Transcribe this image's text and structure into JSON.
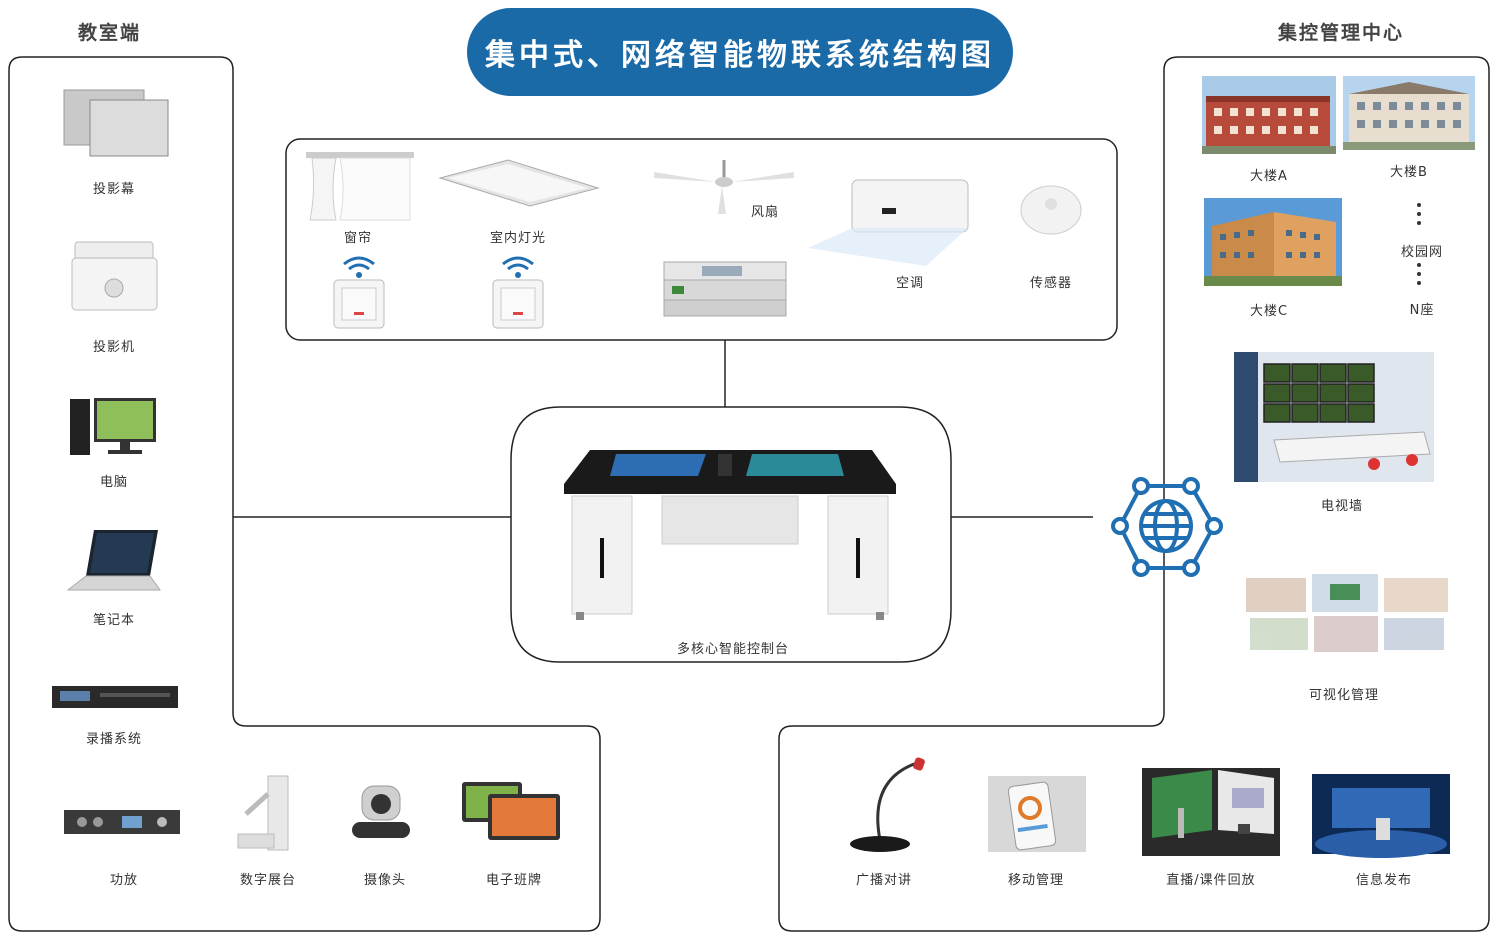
{
  "title": "集中式、网络智能物联系统结构图",
  "headers": {
    "classroom": "教室端",
    "center": "集控管理中心"
  },
  "colors": {
    "title_bg": "#1a6aa8",
    "network_icon": "#1f6fb2",
    "line": "#222222"
  },
  "classroom_devices": [
    "投影幕",
    "投影机",
    "电脑",
    "笔记本",
    "录播系统"
  ],
  "bottom_left_devices": [
    "功放",
    "数字展台",
    "摄像头",
    "电子班牌"
  ],
  "iot_devices": {
    "curtain": "窗帘",
    "light": "室内灯光",
    "fan": "风扇",
    "ac": "空调",
    "sensor": "传感器"
  },
  "console": "多核心智能控制台",
  "buildings": {
    "a": "大楼A",
    "b": "大楼B",
    "c": "大楼C",
    "campus": "校园网",
    "n": "N座"
  },
  "center_items": {
    "tvwall": "电视墙",
    "visual": "可视化管理"
  },
  "bottom_right_items": [
    "广播对讲",
    "移动管理",
    "直播/课件回放",
    "信息发布"
  ],
  "icons": [
    "network-globe-icon",
    "wifi-icon"
  ]
}
